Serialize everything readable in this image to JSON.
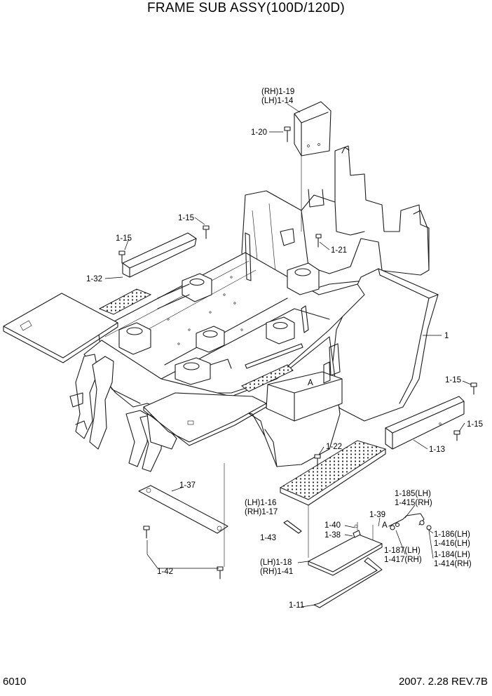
{
  "header": {
    "title": "FRAME SUB ASSY(100D/120D)"
  },
  "footer": {
    "page_number": "6010",
    "revision": "2007. 2.28  REV.7B"
  },
  "diagram": {
    "callouts": {
      "c_1_19": "(RH)1-19",
      "c_1_14": "(LH)1-14",
      "c_1_20": "1-20",
      "c_1_15_a": "1-15",
      "c_1_15_b": "1-15",
      "c_1_32": "1-32",
      "c_1_21": "1-21",
      "c_1": "1",
      "c_a_1": "A",
      "c_1_15_c": "1-15",
      "c_1_15_d": "1-15",
      "c_1_13": "1-13",
      "c_1_22": "1-22",
      "c_1_37": "1-37",
      "c_1_16": "(LH)1-16",
      "c_1_17": "(RH)1-17",
      "c_1_43": "1-43",
      "c_1_40": "1-40",
      "c_1_38": "1-38",
      "c_1_39": "1-39",
      "c_a_2": "A",
      "c_1_185": "1-185(LH)",
      "c_1_415": "1-415(RH)",
      "c_1_186": "1-186(LH)",
      "c_1_416": "1-416(LH)",
      "c_1_187": "1-187(LH)",
      "c_1_417": "1-417(RH)",
      "c_1_184": "1-184(LH)",
      "c_1_414": "1-414(RH)",
      "c_1_18": "(LH)1-18",
      "c_1_41": "(RH)1-41",
      "c_1_42": "1-42",
      "c_1_11": "1-11"
    }
  }
}
